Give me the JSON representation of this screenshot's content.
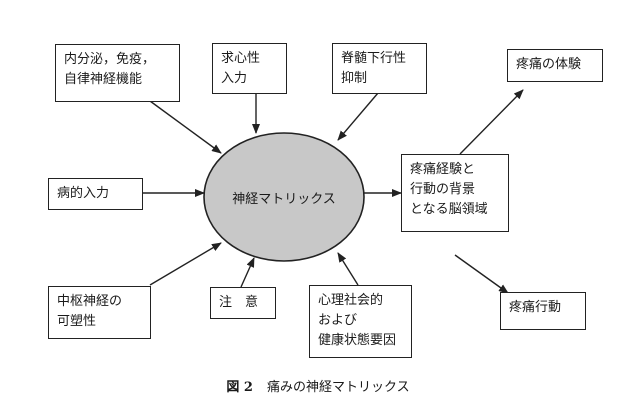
{
  "center": {
    "label": "神経マトリックス"
  },
  "boxes": {
    "endocrine": [
      "内分泌，免疫，",
      "自律神経機能"
    ],
    "afferent": [
      "求心性",
      "入力"
    ],
    "spinal": [
      "脊髄下行性",
      "抑制"
    ],
    "pathological": [
      "病的入力"
    ],
    "cns": [
      "中枢神経の",
      "可塑性"
    ],
    "attention": [
      "注　意"
    ],
    "psychosocial": [
      "心理社会的",
      "および",
      "健康状態要因"
    ],
    "brain_region": [
      "疼痛経験と",
      "行動の背景",
      "となる脳領域"
    ],
    "pain_experience": [
      "疼痛の体験"
    ],
    "pain_behavior": [
      "疼痛行動"
    ]
  },
  "caption": {
    "number": "図 2",
    "text": "痛みの神経マトリックス"
  }
}
